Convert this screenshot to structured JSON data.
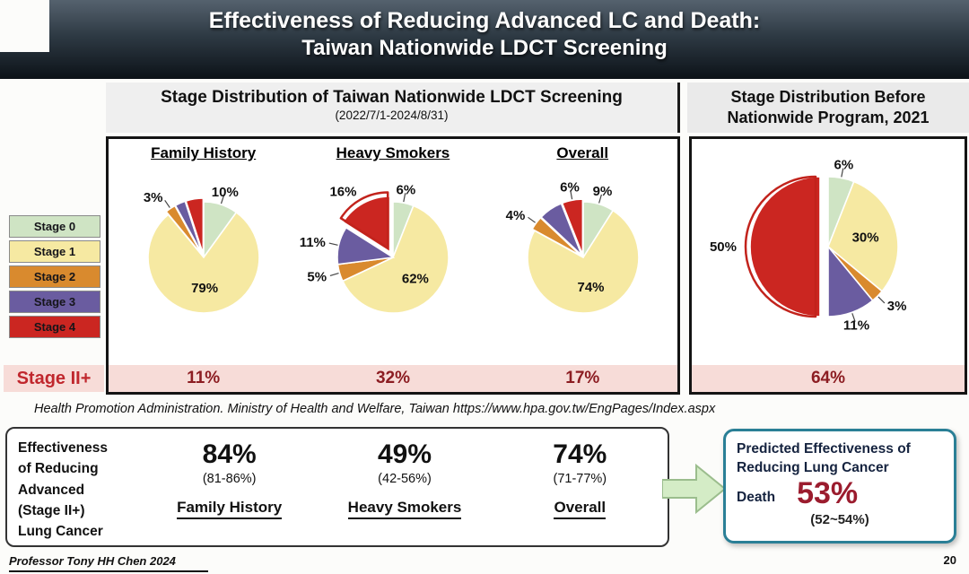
{
  "header": {
    "line1": "Effectiveness of Reducing Advanced LC and Death:",
    "line2": "Taiwan Nationwide LDCT Screening"
  },
  "left_section": {
    "title": "Stage Distribution of Taiwan Nationwide LDCT Screening",
    "subtitle": "(2022/7/1-2024/8/31)"
  },
  "right_section": {
    "line1": "Stage Distribution Before",
    "line2": "Nationwide Program, 2021"
  },
  "legend": {
    "items": [
      {
        "label": "Stage 0",
        "color": "#cfe4c4"
      },
      {
        "label": "Stage 1",
        "color": "#f6e9a2"
      },
      {
        "label": "Stage 2",
        "color": "#d98a2e"
      },
      {
        "label": "Stage 3",
        "color": "#6a5ca0"
      },
      {
        "label": "Stage 4",
        "color": "#cb2621"
      }
    ]
  },
  "stage2_label": "Stage II+",
  "chart_data": [
    {
      "type": "pie",
      "title": "Family History",
      "categories": [
        "Stage 0",
        "Stage 1",
        "Stage 2",
        "Stage 3",
        "Stage 4"
      ],
      "values": [
        10,
        79,
        3,
        3,
        5
      ],
      "slice_labels": [
        "10%",
        "79%",
        "3%",
        "",
        ""
      ],
      "explode": [
        0,
        0,
        4,
        4,
        4
      ],
      "ring": [
        false,
        false,
        false,
        false,
        false
      ],
      "stage2plus": "11%"
    },
    {
      "type": "pie",
      "title": "Heavy Smokers",
      "categories": [
        "Stage 0",
        "Stage 1",
        "Stage 2",
        "Stage 3",
        "Stage 4"
      ],
      "values": [
        6,
        62,
        5,
        11,
        16
      ],
      "slice_labels": [
        "6%",
        "62%",
        "5%",
        "11%",
        "16%"
      ],
      "explode": [
        0,
        0,
        0,
        0,
        7
      ],
      "ring": [
        false,
        false,
        false,
        false,
        true
      ],
      "stage2plus": "32%"
    },
    {
      "type": "pie",
      "title": "Overall",
      "categories": [
        "Stage 0",
        "Stage 1",
        "Stage 2",
        "Stage 3",
        "Stage 4"
      ],
      "values": [
        9,
        74,
        4,
        7,
        6
      ],
      "slice_labels": [
        "9%",
        "74%",
        "4%",
        "",
        "6%"
      ],
      "explode": [
        0,
        0,
        3,
        3,
        3
      ],
      "ring": [
        false,
        false,
        false,
        false,
        false
      ],
      "stage2plus": "17%"
    },
    {
      "type": "pie",
      "title": "Stage Distribution Before Nationwide Program, 2021",
      "categories": [
        "Stage 0",
        "Stage 1",
        "Stage 2",
        "Stage 3",
        "Stage 4"
      ],
      "values": [
        6,
        30,
        3,
        11,
        50
      ],
      "slice_labels": [
        "6%",
        "30%",
        "3%",
        "11%",
        "50%"
      ],
      "explode": [
        0,
        0,
        0,
        0,
        9
      ],
      "ring": [
        false,
        false,
        false,
        false,
        true
      ],
      "stage2plus": "64%"
    }
  ],
  "citation": "Health Promotion Administration. Ministry of Health and Welfare, Taiwan https://www.hpa.gov.tw/EngPages/Index.aspx",
  "effectiveness": {
    "heading_lines": [
      "Effectiveness",
      "of Reducing",
      "Advanced",
      "(Stage II+)",
      "Lung Cancer"
    ],
    "columns": [
      {
        "value": "84%",
        "range": "(81-86%)",
        "label": "Family History"
      },
      {
        "value": "49%",
        "range": "(42-56%)",
        "label": "Heavy Smokers"
      },
      {
        "value": "74%",
        "range": "(71-77%)",
        "label": "Overall"
      }
    ]
  },
  "predicted": {
    "line1": "Predicted Effectiveness of",
    "line2": "Reducing Lung Cancer",
    "line3_prefix": "Death",
    "value": "53%",
    "range": "(52~54%)"
  },
  "colors": {
    "stage2plus_strip": "#f7dcd8",
    "stage2plus_text": "#8c1d22",
    "stage2plus_label": "#c0272d",
    "predicted_border": "#2a7f96",
    "predicted_value": "#9b1c2e",
    "arrow_green": "#d4ecc6"
  },
  "footer": {
    "credit": "Professor Tony HH Chen 2024",
    "page": "20"
  }
}
